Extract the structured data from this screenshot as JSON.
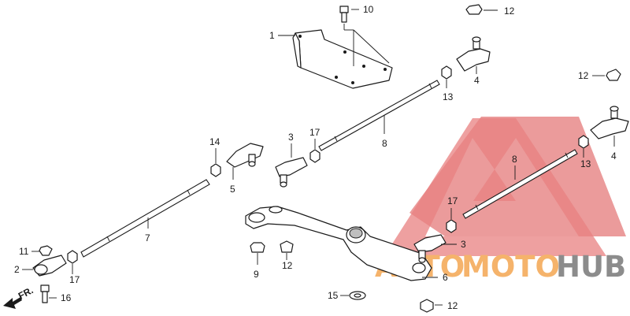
{
  "diagram": {
    "callouts": {
      "c1": "1",
      "c2": "2",
      "c3a": "3",
      "c3b": "3",
      "c4a": "4",
      "c4b": "4",
      "c5": "5",
      "c6": "6",
      "c7": "7",
      "c8a": "8",
      "c8b": "8",
      "c9": "9",
      "c10": "10",
      "c11": "11",
      "c12a": "12",
      "c12b": "12",
      "c12c": "12",
      "c12d": "12",
      "c13a": "13",
      "c13b": "13",
      "c14": "14",
      "c15": "15",
      "c16": "16",
      "c17a": "17",
      "c17b": "17",
      "c17c": "17"
    },
    "direction_label": "FR."
  },
  "watermark": {
    "part1": "AUTO",
    "part2": "MOTO",
    "part3": "HUB",
    "colors": {
      "orange": "#f5b36b",
      "gray": "#8c8c8c",
      "red": "#e05a5a"
    }
  }
}
